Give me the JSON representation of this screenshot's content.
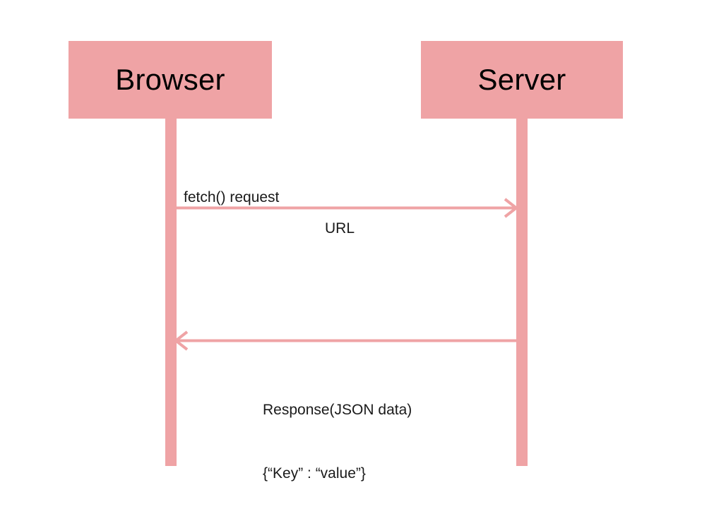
{
  "diagram": {
    "type": "sequence-diagram",
    "background_color": "#ffffff",
    "accent_color": "#efa3a5",
    "text_color": "#1a1a1a",
    "participants": [
      {
        "id": "browser",
        "label": "Browser"
      },
      {
        "id": "server",
        "label": "Server"
      }
    ],
    "messages": [
      {
        "id": "request",
        "from": "browser",
        "to": "server",
        "direction": "right",
        "label_above": "fetch() request",
        "label_below": "URL"
      },
      {
        "id": "response",
        "from": "server",
        "to": "browser",
        "direction": "left",
        "label_line_1": "Response(JSON data)",
        "label_line_2": "{“Key” : “value”}"
      }
    ]
  }
}
